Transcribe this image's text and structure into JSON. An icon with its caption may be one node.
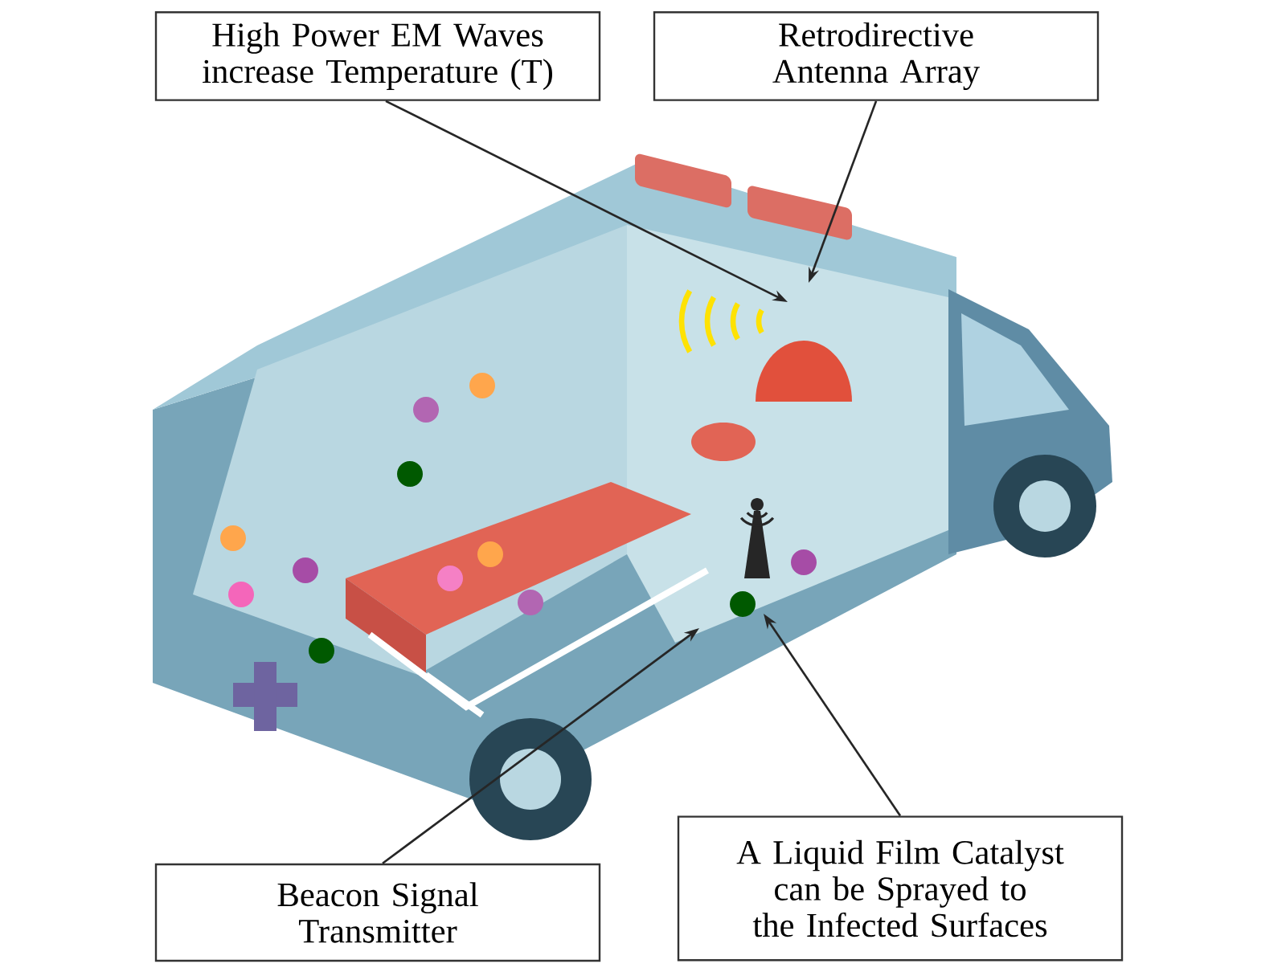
{
  "diagram": {
    "nodes": [
      {
        "text": [
          "High Power EM Waves increase Temperature (T)"
        ]
      },
      {
        "text": [
          "Retrodirective Antenna Array"
        ]
      },
      {
        "text": [
          "Beacon Signal Transmitter"
        ]
      },
      {
        "text": [
          "A Liquid Film Catalyst can be Sprayed to the Infected Surfaces"
        ]
      }
    ],
    "edges": [
      {
        "from": 0,
        "to": null,
        "arrow": "to"
      },
      {
        "from": 1,
        "to": null,
        "arrow": "to"
      },
      {
        "from": 2,
        "to": null,
        "arrow": "to"
      },
      {
        "from": 3,
        "to": null,
        "arrow": "to"
      }
    ]
  }
}
